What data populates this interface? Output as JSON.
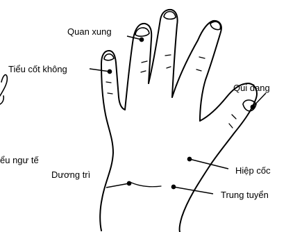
{
  "diagram": {
    "labels": {
      "quan_xung": "Quan xung",
      "tieu_cot_khong": "Tiểu cốt không",
      "qui_dang": "Qui dang",
      "tieu_ngu_te": "ểu ngư tế",
      "hiep_coc": "Hiệp cốc",
      "duong_tri": "Dương trì",
      "trung_tuyen": "Trung tuyển"
    }
  }
}
